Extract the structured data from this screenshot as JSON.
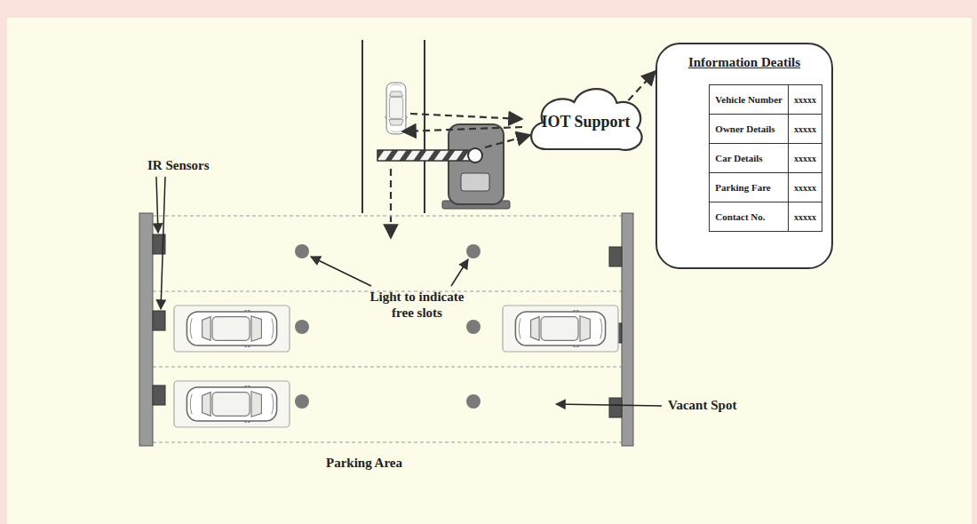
{
  "diagram": {
    "nodes": [
      {
        "text": [
          "IOT Support"
        ]
      },
      {
        "text": [
          "Information Deatils"
        ]
      }
    ],
    "edges": [
      {
        "from": 0,
        "to": 1,
        "arrow": "to"
      }
    ],
    "labels": [
      "IR Sensors",
      "Light to indicate free slots",
      "Vacant Spot",
      "Parking Area",
      "Vehicle Number",
      "xxxxx",
      "Owner Details",
      "xxxxx",
      "Car Details",
      "xxxxx",
      "Parking Fare",
      "xxxxx",
      "Contact No.",
      "xxxxx"
    ]
  }
}
